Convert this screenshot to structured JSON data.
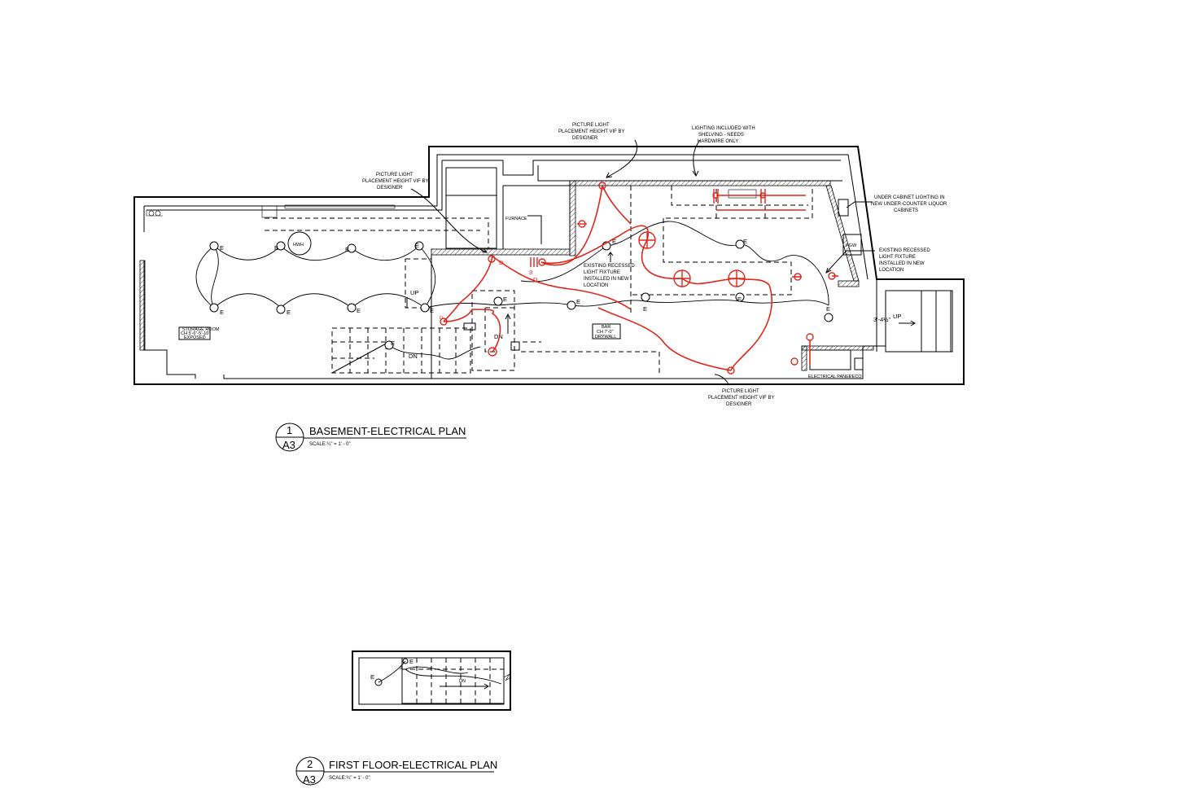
{
  "plans": {
    "basement": {
      "title": "BASEMENT-ELECTRICAL PLAN",
      "number": "1",
      "sheet": "A3",
      "scale": "SCALE:¼\" = 1' - 0\""
    },
    "first_floor": {
      "title": "FIRST FLOOR-ELECTRICAL PLAN",
      "number": "2",
      "sheet": "A3",
      "scale": "SCALE:¼\" = 1' - 0\""
    }
  },
  "notes": {
    "picture_light_top": [
      "PICTURE LIGHT",
      "PLACEMENT HEIGHT VIF BY",
      "DESIGNER"
    ],
    "picture_light_left": [
      "PICTURE LIGHT",
      "PLACEMENT HEIGHT VIF BY",
      "DESIGNER"
    ],
    "picture_light_bottom": [
      "PICTURE LIGHT",
      "PLACEMENT HEIGHT VIF BY",
      "DESIGNER"
    ],
    "shelving_lighting": [
      "LIGHTING INCLUDED WITH",
      "SHELVING - NEEDS",
      "HARDWIRE ONLY"
    ],
    "under_cabinet": [
      "UNDER CABINET LIGHTING IN",
      "NEW UNDER-COUNTER LIQUOR",
      "CABINETS"
    ],
    "recessed_right": [
      "EXISTING RECESSED",
      "LIGHT FIXTURE",
      "INSTALLED IN NEW",
      "LOCATION"
    ],
    "recessed_center": [
      "EXISTING RECESSED",
      "LIGHT FIXTURE",
      "INSTALLED IN NEW",
      "LOCATION"
    ]
  },
  "rooms": {
    "storage": [
      "STORAGE ROOM",
      "CH 5'-6\"-5'-10\"",
      "EXPOSED"
    ],
    "bar": [
      "BAR",
      "CH 7'-0\"",
      "DRYWALL"
    ]
  },
  "labels": {
    "furnace": "FURNACE",
    "hwh": "HWH",
    "pgw": "PGW",
    "electrical_panel": "ELECTRICAL PANEL",
    "peco": "PECO",
    "stair_height": "3'-4½\"",
    "up": "UP",
    "dn": "DN",
    "fixture_e": "E",
    "dimmer_d": "D",
    "three_way": "3"
  },
  "colors": {
    "new_work": "#e1261c",
    "existing": "#000000"
  }
}
